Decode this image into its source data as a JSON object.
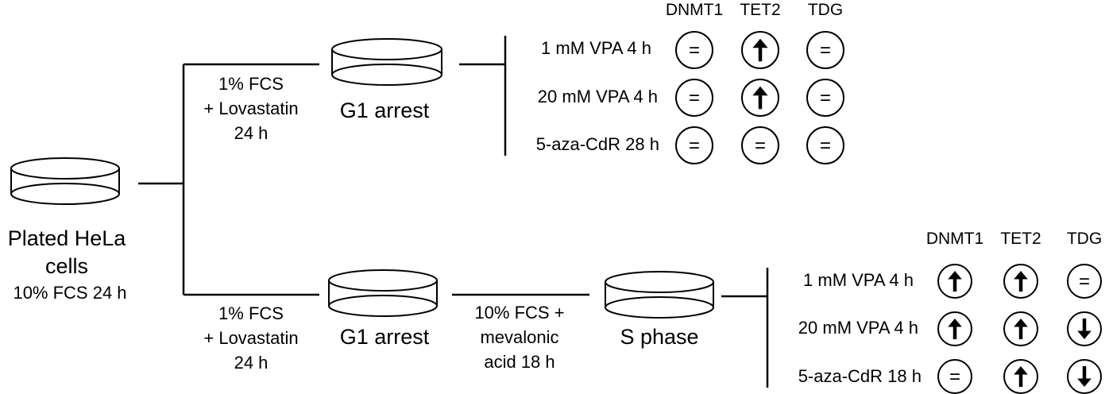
{
  "plated": {
    "title_line1": "Plated HeLa",
    "title_line2": "cells",
    "condition": "10% FCS 24 h"
  },
  "branch_top": {
    "treatment_line1": "1% FCS",
    "treatment_line2": "+ Lovastatin",
    "treatment_line3": "24 h",
    "stage": "G1 arrest",
    "headers": [
      "DNMT1",
      "TET2",
      "TDG"
    ],
    "rows": [
      {
        "label": "1 mM VPA 4 h",
        "results": [
          "equal",
          "up",
          "equal"
        ]
      },
      {
        "label": "20 mM VPA 4 h",
        "results": [
          "equal",
          "up",
          "equal"
        ]
      },
      {
        "label": "5-aza-CdR 28 h",
        "results": [
          "equal",
          "equal",
          "equal"
        ]
      }
    ]
  },
  "branch_bottom": {
    "treatment_line1": "1% FCS",
    "treatment_line2": "+ Lovastatin",
    "treatment_line3": "24 h",
    "stage1": "G1 arrest",
    "release_line1": "10% FCS +",
    "release_line2": "mevalonic",
    "release_line3": "acid 18 h",
    "stage2": "S phase",
    "headers": [
      "DNMT1",
      "TET2",
      "TDG"
    ],
    "rows": [
      {
        "label": "1 mM VPA 4 h",
        "results": [
          "up",
          "up",
          "equal"
        ]
      },
      {
        "label": "20 mM VPA 4 h",
        "results": [
          "up",
          "up",
          "down"
        ]
      },
      {
        "label": "5-aza-CdR 18 h",
        "results": [
          "equal",
          "up",
          "down"
        ]
      }
    ]
  },
  "symbols": {
    "equal": "=",
    "up": "arrow-up-icon",
    "down": "arrow-down-icon"
  }
}
